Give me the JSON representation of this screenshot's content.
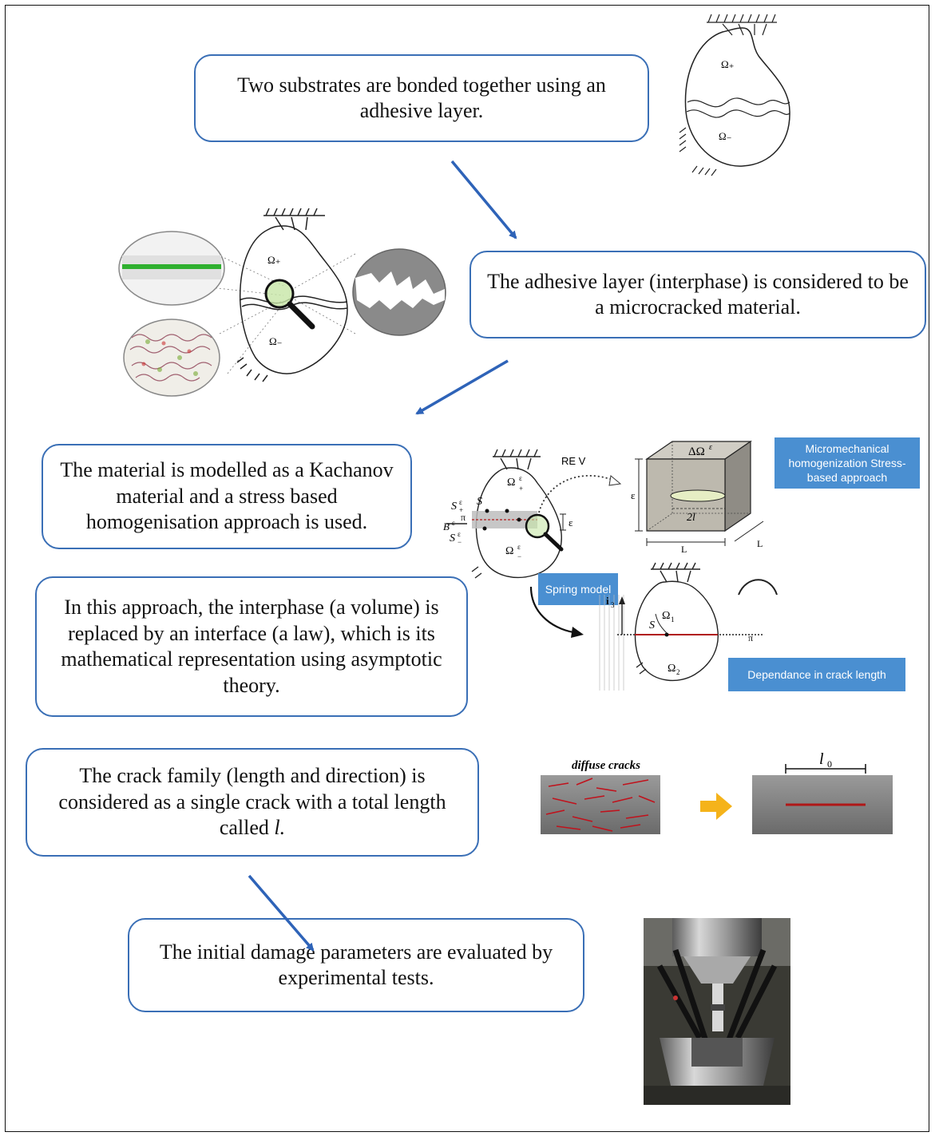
{
  "steps": {
    "s1": "Two substrates are bonded together using an adhesive layer.",
    "s2": "The adhesive layer (interphase) is considered to be a microcracked material.",
    "s3": "The material is modelled as a Kachanov material and a stress based homogenisation approach is used.",
    "s4": "In this approach, the interphase (a volume) is replaced by an interface (a law), which is its mathematical representation using asymptotic theory.",
    "s5_pre": "The crack family (length and direction) is considered as a single crack with a total length called ",
    "s5_var": "l.",
    "s6": "The initial damage parameters are evaluated by experimental tests."
  },
  "tags": {
    "micromech": "Micromechanical homogenization Stress-based approach",
    "spring": "Spring model",
    "dependance": "Dependance in crack length"
  },
  "labels": {
    "omega_plus": "Ω₊",
    "omega_minus": "Ω₋",
    "omega_eps_plus": "Ω",
    "omega_eps_minus": "Ω",
    "rev": "RE V",
    "delta_omega": "ΔΩ",
    "eps": "ε",
    "two_l": "2l",
    "L": "L",
    "omega1": "Ω",
    "omega2": "Ω",
    "i3": "i",
    "S": "S",
    "pi": "π",
    "B": "B",
    "diffuse": "diffuse cracks",
    "l0": "l"
  },
  "colors": {
    "box_border": "#3a6fb6",
    "arrow": "#2e63b8",
    "tag_bg": "#4a8fd1",
    "crack_red": "#b01818",
    "yellow_arrow": "#f5b31a",
    "interphase_green": "#4fb34f"
  }
}
